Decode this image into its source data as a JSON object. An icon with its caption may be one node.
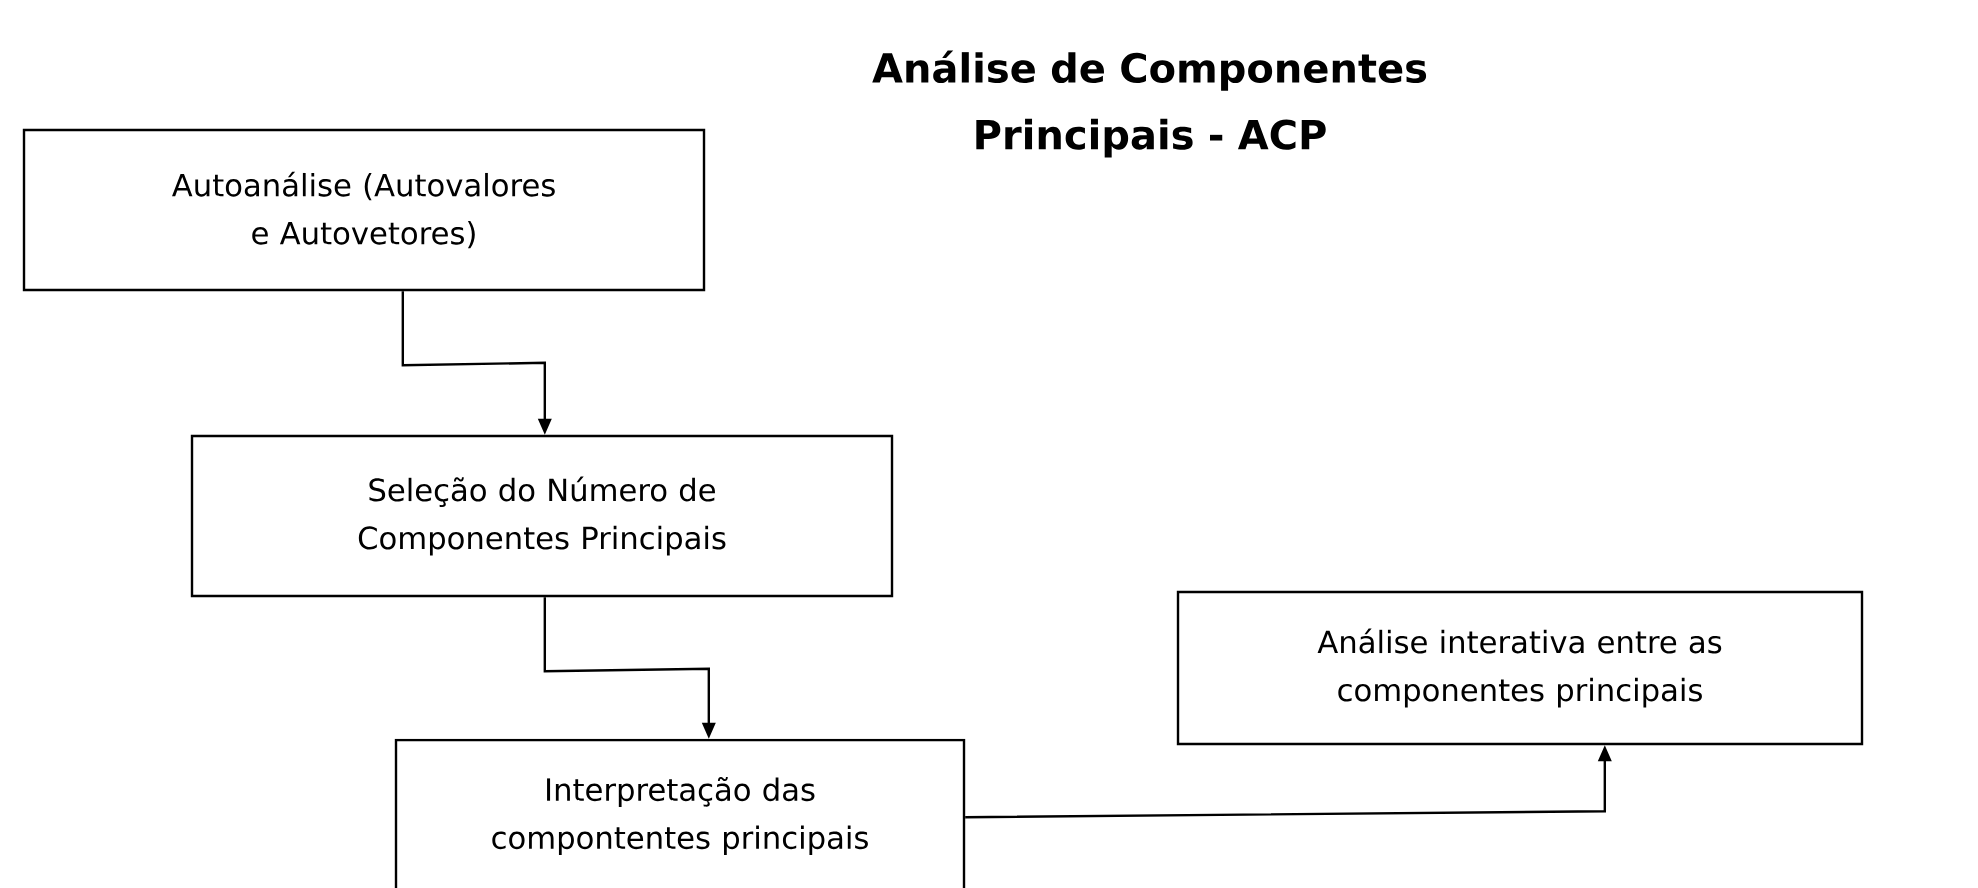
{
  "diagram": {
    "title": "Análise de Componentes Principais - ACP",
    "nodes": [
      {
        "text": [
          "Autoanálise (Autovalores e Autovetores)"
        ]
      },
      {
        "text": [
          "Seleção do Número de Componentes Principais"
        ]
      },
      {
        "text": [
          "Interpretação das compontentes principais"
        ]
      },
      {
        "text": [
          "Análise interativa entre as componentes principais"
        ]
      }
    ],
    "edges": [
      {
        "from": 0,
        "to": 1,
        "arrow": "to"
      },
      {
        "from": 1,
        "to": 2,
        "arrow": "to"
      },
      {
        "from": 2,
        "to": 3,
        "arrow": "to"
      }
    ]
  }
}
